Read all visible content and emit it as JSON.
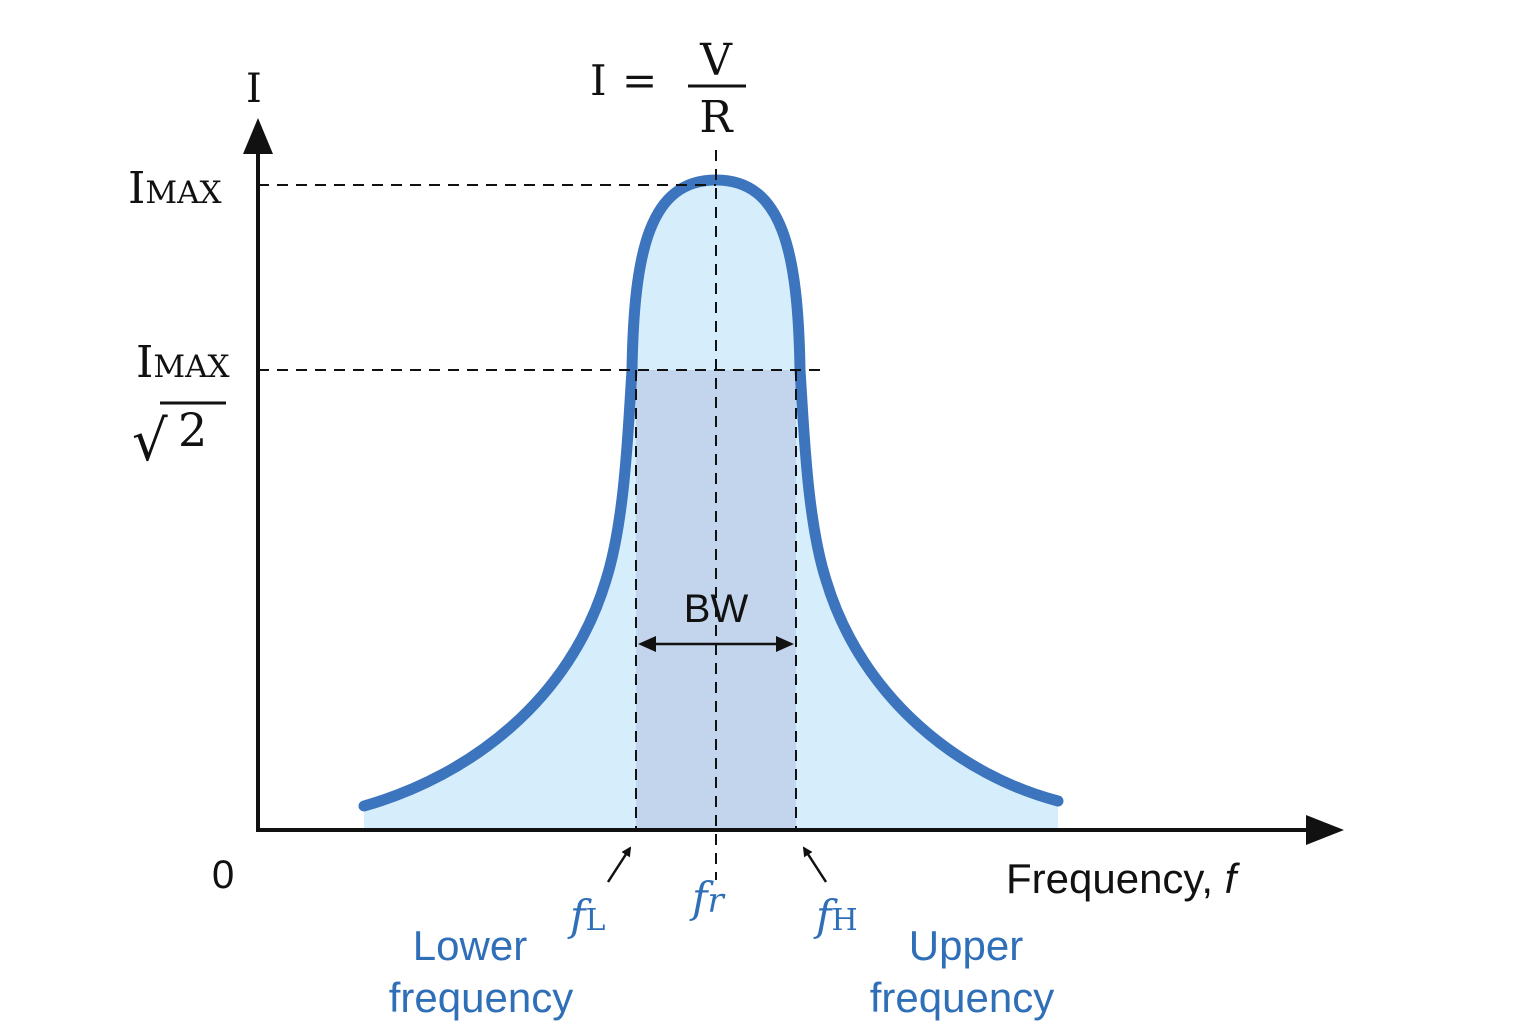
{
  "diagram": {
    "y_axis_label": "I",
    "origin_label": "0",
    "x_axis_label": "Frequency, ",
    "x_axis_symbol": "f",
    "formula": {
      "lhs": "I",
      "eq": "=",
      "numerator": "V",
      "denominator": "R"
    },
    "imax": {
      "main": "I",
      "sub": "MAX"
    },
    "half_power": {
      "main": "I",
      "sub": "MAX",
      "radical": "√",
      "radicand": "2"
    },
    "bandwidth_label": "BW",
    "f_low": {
      "symbol": "f",
      "sub": "L",
      "caption_line1": "Lower",
      "caption_line2": "frequency"
    },
    "f_res": {
      "symbol": "f",
      "sub": "r"
    },
    "f_high": {
      "symbol": "f",
      "sub": "H",
      "caption_line1": "Upper",
      "caption_line2": "frequency"
    }
  },
  "colors": {
    "curve": "#3c74bd",
    "fill_light": "#d6eefb",
    "fill_band": "#c3d5ec",
    "label_blue": "#2f6fb8",
    "ink": "#111111"
  }
}
